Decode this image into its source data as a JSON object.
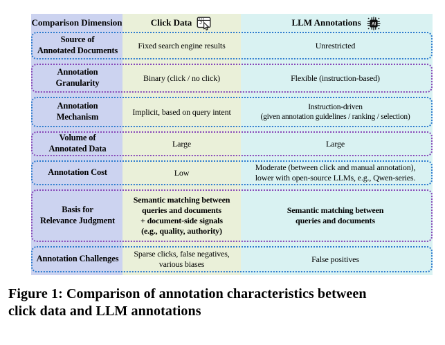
{
  "figure": {
    "header": {
      "dimension": "Comparison Dimension",
      "click": "Click Data",
      "llm": "LLM Annotations",
      "click_icon": "browser-click-cursor-icon",
      "llm_icon": "ai-chip-icon"
    },
    "rows": [
      {
        "dimension": "Source of\nAnnotated Documents",
        "click": "Fixed search engine results",
        "llm": "Unrestricted",
        "border_color": "#2b7ace"
      },
      {
        "dimension": "Annotation\nGranularity",
        "click": "Binary (click / no click)",
        "llm": "Flexible (instruction-based)",
        "border_color": "#8746b8"
      },
      {
        "dimension": "Annotation\nMechanism",
        "click": "Implicit, based on query intent",
        "llm": "Instruction-driven\n(given annotation guidelines / ranking / selection)",
        "border_color": "#2b7ace"
      },
      {
        "dimension": "Volume of\nAnnotated Data",
        "click": "Large",
        "llm": "Large",
        "border_color": "#8746b8"
      },
      {
        "dimension": "Annotation Cost",
        "click": "Low",
        "llm": "Moderate (between click and manual annotation),\nlower with open-source LLMs, e.g., Qwen-series.",
        "border_color": "#2b7ace"
      },
      {
        "dimension": "Basis for\nRelevance Judgment",
        "click": "Semantic matching between\nqueries and documents\n+ document-side signals\n(e.g., quality, authority)",
        "llm": "Semantic matching between\nqueries and documents",
        "border_color": "#8746b8",
        "bold_values": true
      },
      {
        "dimension": "Annotation Challenges",
        "click": "Sparse clicks, false negatives,\nvarious biases",
        "llm": "False positives",
        "border_color": "#2b7ace"
      }
    ],
    "caption": "Figure 1: Comparison of annotation characteristics between\nclick data and LLM annotations",
    "colors": {
      "dimension_column_bg": "#ccd3f0",
      "click_column_bg": "#eaf0d9",
      "llm_column_bg": "#d9f2f2",
      "blue_row_border": "#2b7ace",
      "purple_row_border": "#8746b8"
    }
  }
}
